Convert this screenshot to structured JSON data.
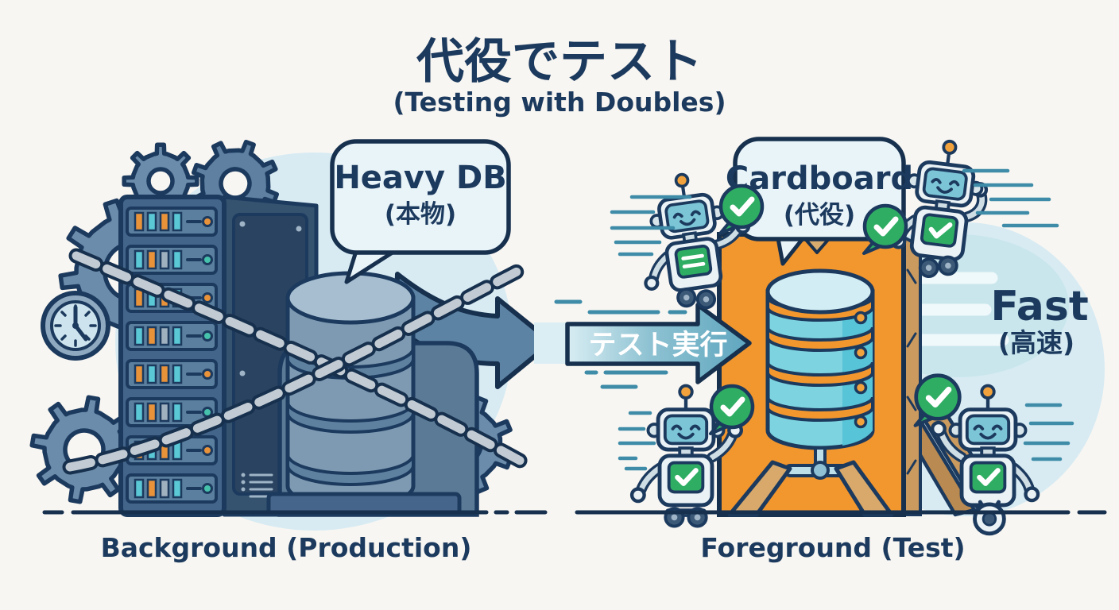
{
  "title": {
    "main": "代役でテスト",
    "subtitle": "(Testing with Doubles)"
  },
  "left_panel": {
    "speech_bubble": {
      "line1": "Heavy DB",
      "line2": "(本物)"
    },
    "caption": "Background (Production)"
  },
  "transfer_arrow": {
    "label": "テスト実行"
  },
  "right_panel": {
    "speech_bubble": {
      "line1": "Cardboard",
      "line2": "(代役)"
    },
    "fast_label": {
      "line1": "Fast",
      "line2": "(高速)"
    },
    "caption": "Foreground (Test)"
  },
  "colors": {
    "background": "#f8f6f2",
    "navy_outline": "#1c3a5e",
    "steel_blue": "#6c8cab",
    "cardboard_orange": "#f2962e",
    "teal_db": "#7dd3df",
    "check_green": "#2fae63",
    "bubble_fill": "#e9f4f9",
    "blob_blue": "#d8ebf3",
    "wood_tan": "#cb9a5e"
  }
}
